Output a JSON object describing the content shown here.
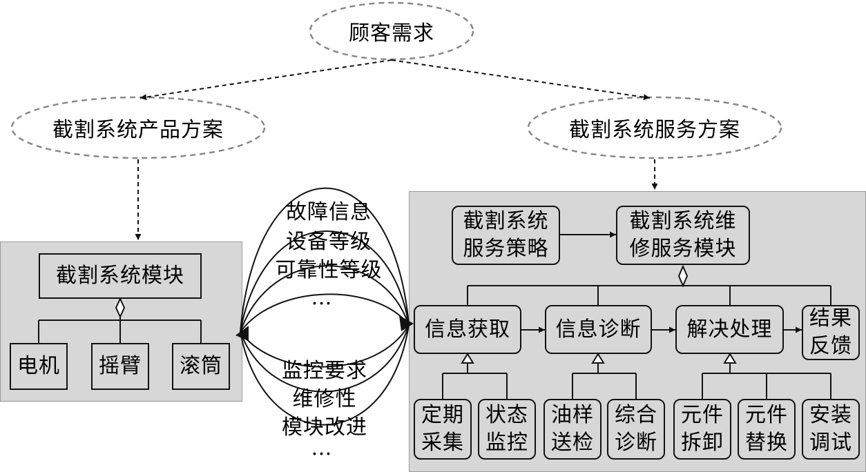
{
  "top": {
    "customer_demand": "顾客需求"
  },
  "schemes": {
    "product": "截割系统产品方案",
    "service": "截割系统服务方案"
  },
  "product_panel": {
    "module": "截割系统模块",
    "parts": [
      "电机",
      "摇臂",
      "滚筒"
    ]
  },
  "exchange": {
    "upper": [
      "故障信息",
      "设备等级",
      "可靠性等级",
      "…"
    ],
    "lower": [
      "监控要求",
      "维修性",
      "模块改进",
      "…"
    ]
  },
  "service_panel": {
    "strategy": "截割系统\n服务策略",
    "maintenance_module": "截割系统维\n修服务模块",
    "stages": [
      "信息获取",
      "信息诊断",
      "解决处理",
      "结果\n反馈"
    ],
    "info_acquisition_children": [
      "定期\n采集",
      "状态\n监控"
    ],
    "info_diagnosis_children": [
      "油样\n送检",
      "综合\n诊断"
    ],
    "resolution_children": [
      "元件\n拆卸",
      "元件\n替换",
      "安装\n调试"
    ]
  }
}
